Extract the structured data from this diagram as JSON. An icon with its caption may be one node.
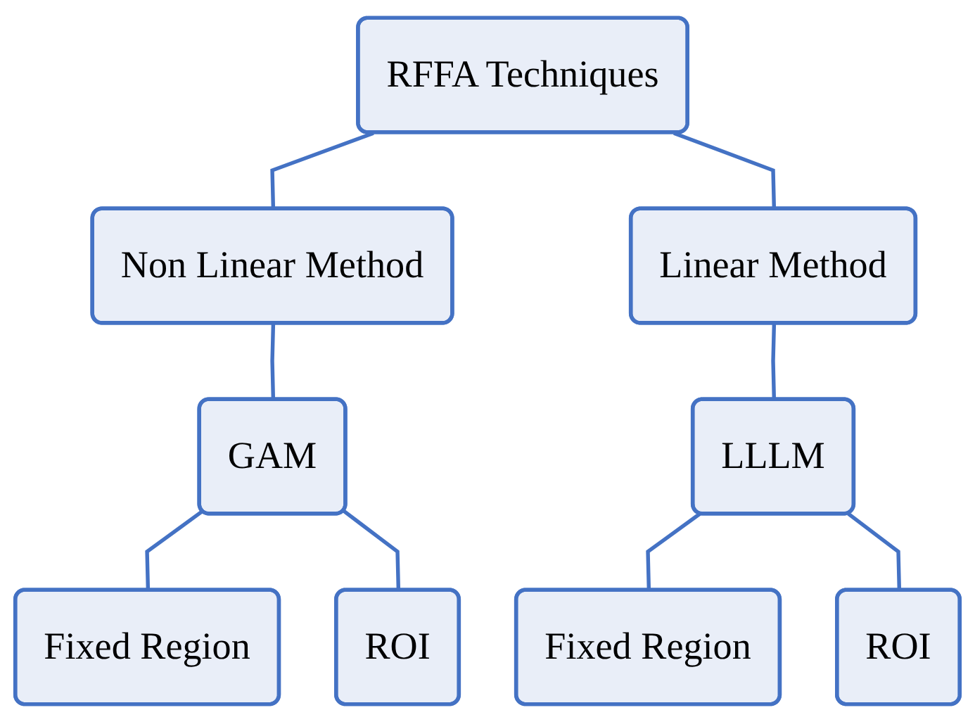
{
  "diagram": {
    "nodes": [
      {
        "text": [
          "RFFA Techniques"
        ]
      },
      {
        "text": [
          "Non Linear Method"
        ]
      },
      {
        "text": [
          "Linear Method"
        ]
      },
      {
        "text": [
          "GAM"
        ]
      },
      {
        "text": [
          "LLLM"
        ]
      },
      {
        "text": [
          "Fixed Region"
        ]
      },
      {
        "text": [
          "ROI"
        ]
      },
      {
        "text": [
          "Fixed Region"
        ]
      },
      {
        "text": [
          "ROI"
        ]
      }
    ],
    "edges": [
      {
        "from": 0,
        "to": 1,
        "arrow": "none"
      },
      {
        "from": 0,
        "to": 2,
        "arrow": "none"
      },
      {
        "from": 1,
        "to": 3,
        "arrow": "none"
      },
      {
        "from": 2,
        "to": 4,
        "arrow": "none"
      },
      {
        "from": 3,
        "to": 5,
        "arrow": "none"
      },
      {
        "from": 3,
        "to": 6,
        "arrow": "none"
      },
      {
        "from": 4,
        "to": 7,
        "arrow": "none"
      },
      {
        "from": 4,
        "to": 8,
        "arrow": "none"
      }
    ]
  }
}
